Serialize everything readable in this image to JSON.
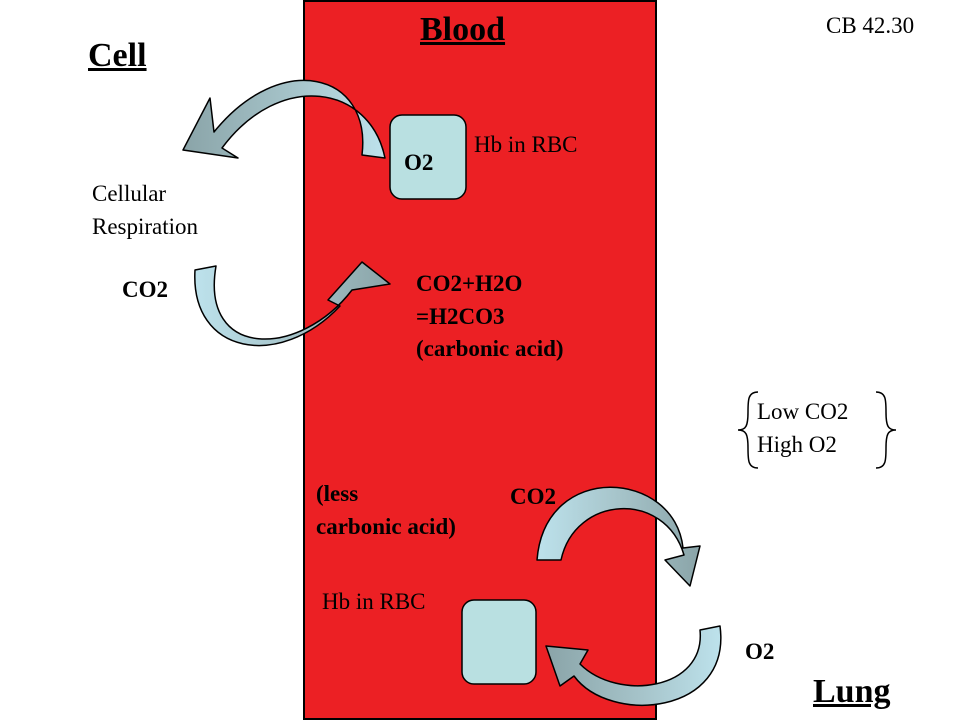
{
  "titles": {
    "blood": "Blood",
    "cell": "Cell",
    "lung": "Lung"
  },
  "reference": "CB 42.30",
  "labels": {
    "hb_top": "Hb in RBC",
    "o2_box": "O2",
    "cellular_respiration": "Cellular\nRespiration",
    "co2_left": "CO2",
    "reaction": "CO2+H2O\n=H2CO3\n(carbonic acid)",
    "low_high": "Low CO2\nHigh O2",
    "less_carbonic_acid": "(less\ncarbonic acid)",
    "co2_lower": "CO2",
    "hb_bottom": "Hb in RBC",
    "o2_right": "O2"
  },
  "colors": {
    "blood": "#ec2024",
    "rbc": "#b9e0e1",
    "arrow_light": "#bde2ec",
    "arrow_dark": "#8aa4a8",
    "outline": "#000000"
  },
  "icons": {
    "arrows": "curved-arrow-icon",
    "brackets": "curly-brace-icon"
  }
}
